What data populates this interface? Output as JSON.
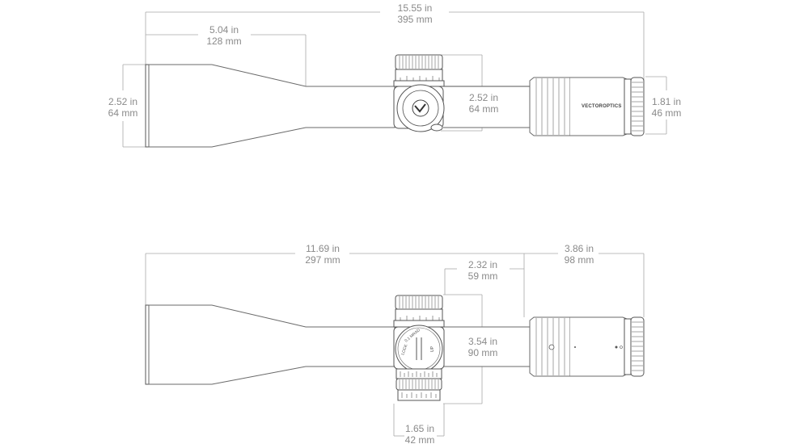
{
  "top_view": {
    "overall_length": {
      "in": "15.55 in",
      "mm": "395 mm"
    },
    "objective_bell_length": {
      "in": "5.04 in",
      "mm": "128 mm"
    },
    "objective_diameter": {
      "in": "2.52 in",
      "mm": "64 mm"
    },
    "turret_height": {
      "in": "2.52 in",
      "mm": "64 mm"
    },
    "eyepiece_diameter": {
      "in": "1.81 in",
      "mm": "46 mm"
    },
    "brand_logo": "VECTOROPTICS"
  },
  "side_view": {
    "front_length": {
      "in": "11.69 in",
      "mm": "297 mm"
    },
    "rear_length": {
      "in": "3.86 in",
      "mm": "98 mm"
    },
    "turret_to_eyepiece": {
      "in": "2.32 in",
      "mm": "59 mm"
    },
    "turret_width": {
      "in": "3.54 in",
      "mm": "90 mm"
    },
    "turret_depth": {
      "in": "1.65 in",
      "mm": "42 mm"
    },
    "turret_markings": {
      "lock": "LOCK",
      "clicks": "0.1 MRAD",
      "up": "UP"
    }
  },
  "colors": {
    "outline": "#6a6a6a",
    "dimension": "#a8a8a8",
    "text": "#8a8a8a"
  }
}
